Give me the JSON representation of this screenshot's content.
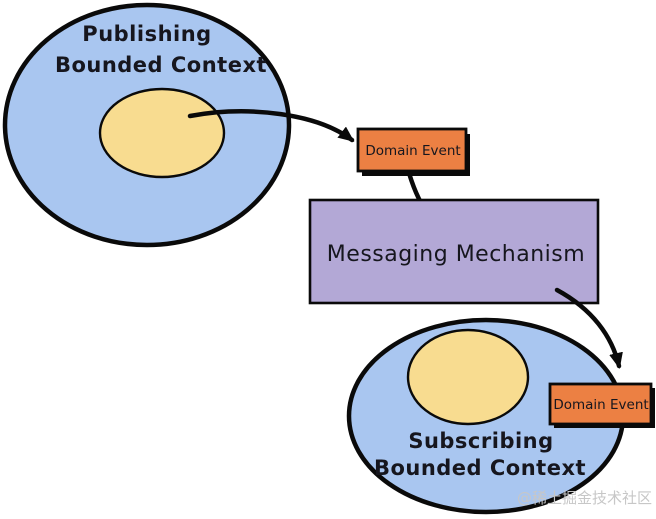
{
  "diagram": {
    "publishing_context": {
      "line1": "Publishing",
      "line2": "Bounded Context"
    },
    "domain_event_top": {
      "label": "Domain Event"
    },
    "messaging_mechanism": {
      "label": "Messaging Mechanism"
    },
    "subscribing_context": {
      "line1": "Subscribing",
      "line2": "Bounded Context"
    },
    "domain_event_bottom": {
      "label": "Domain Event"
    },
    "watermark": "@稀土掘金技术社区"
  },
  "colors": {
    "background": "#ffffff",
    "context_fill": "#a9c6f0",
    "aggregate_fill": "#f8dc90",
    "event_fill": "#ec8043",
    "messaging_fill": "#b3a8d6",
    "outline": "#0a0a0a",
    "shadow": "#0a0a0a",
    "label_text": "#16161e",
    "watermark_text": "#c7c7c7"
  }
}
